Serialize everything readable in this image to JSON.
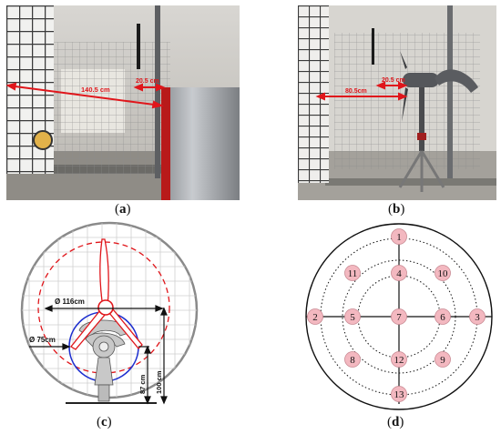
{
  "figure": {
    "panels": [
      {
        "id": "a",
        "caption": "a",
        "dimensions": [
          "140.5 cm",
          "20.5 cm"
        ]
      },
      {
        "id": "b",
        "caption": "b",
        "dimensions": [
          "80.5cm",
          "20.5 cm"
        ]
      },
      {
        "id": "c",
        "caption": "c",
        "dimensions": [
          "Ø 116cm",
          "Ø 75cm",
          "87 cm",
          "100 cm"
        ]
      },
      {
        "id": "d",
        "caption": "d",
        "positions": [
          "1",
          "2",
          "3",
          "4",
          "5",
          "6",
          "7",
          "8",
          "9",
          "10",
          "11",
          "12",
          "13"
        ]
      }
    ],
    "colors": {
      "dimension_red": "#e0161b",
      "marker_fill": "#f3b8c0",
      "blade_blue": "#1e2fcf"
    }
  }
}
